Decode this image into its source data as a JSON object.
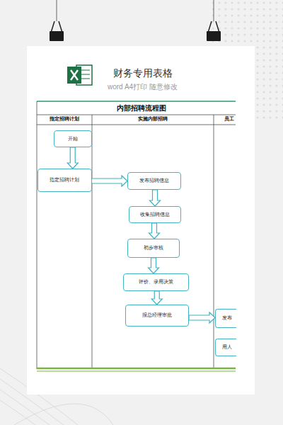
{
  "diagram": {
    "title": "内部招聘流程图",
    "nodes": [
      {
        "text": [
          "开始"
        ]
      },
      {
        "text": [
          "指定招聘计划"
        ]
      },
      {
        "text": [
          "发布招聘信息"
        ]
      },
      {
        "text": [
          "收集招聘信息"
        ]
      },
      {
        "text": [
          "初步审核"
        ]
      },
      {
        "text": [
          "评价、录用决策"
        ]
      },
      {
        "text": [
          "报总经理审批"
        ]
      },
      {
        "text": [
          "发布"
        ]
      },
      {
        "text": [
          "用人"
        ]
      }
    ],
    "edges": [
      {
        "from": 0,
        "to": 1,
        "arrow": "to"
      },
      {
        "from": 1,
        "to": 2,
        "arrow": "to"
      },
      {
        "from": 2,
        "to": 3,
        "arrow": "to"
      },
      {
        "from": 3,
        "to": 4,
        "arrow": "to"
      },
      {
        "from": 4,
        "to": 5,
        "arrow": "to"
      },
      {
        "from": 5,
        "to": 6,
        "arrow": "to"
      },
      {
        "from": 6,
        "to": 7,
        "arrow": "to"
      }
    ],
    "labels": [
      "财务专用表格",
      "word A4打印 随意修改",
      "指定招聘计划",
      "实施内部招聘",
      "员工"
    ]
  }
}
